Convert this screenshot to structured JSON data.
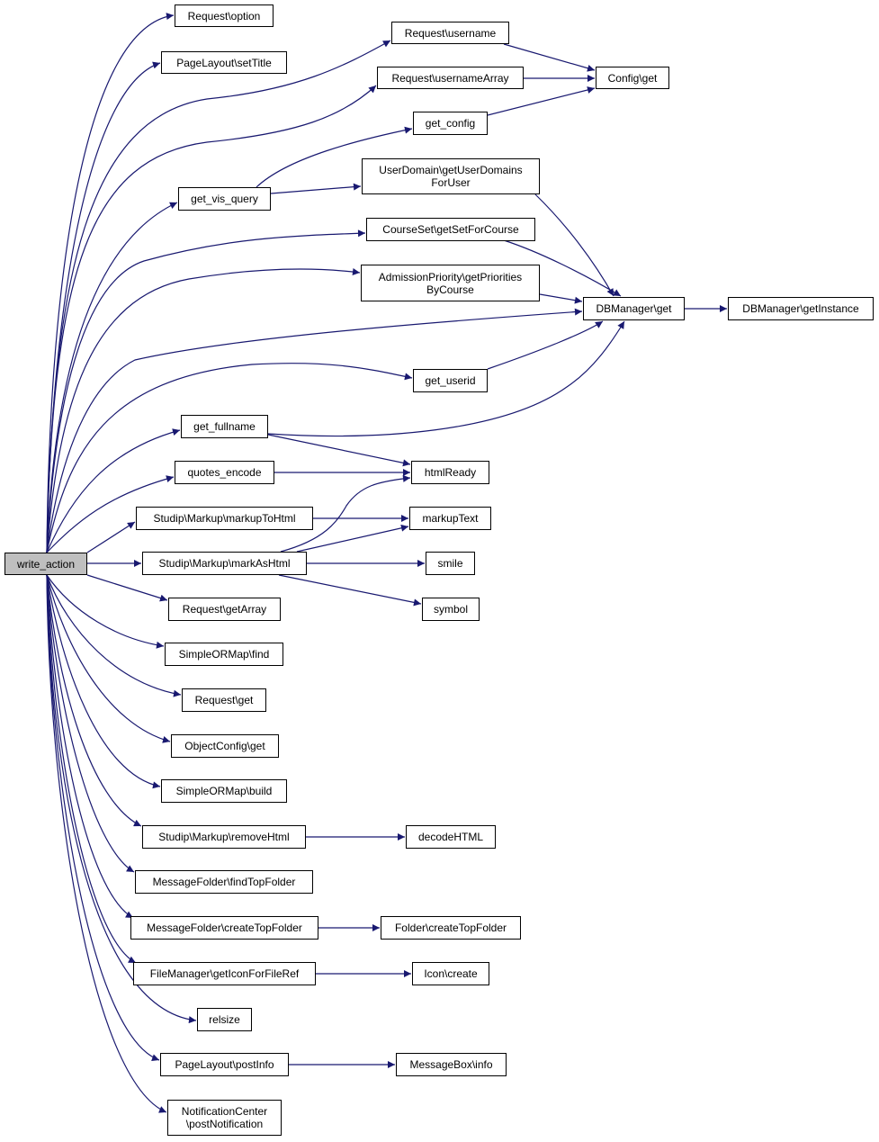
{
  "graph": {
    "edge_color": "#191970",
    "root_fill": "#bfbfbf",
    "nodes": {
      "write_action": "write_action",
      "req_option": "Request\\option",
      "pl_settitle": "PageLayout\\setTitle",
      "req_username": "Request\\username",
      "req_usernamearray": "Request\\usernameArray",
      "config_get": "Config\\get",
      "get_config": "get_config",
      "get_vis_query": "get_vis_query",
      "userdomain": "UserDomain\\getUserDomains\nForUser",
      "courseset": "CourseSet\\getSetForCourse",
      "admission": "AdmissionPriority\\getPriorities\nByCourse",
      "dbm_get": "DBManager\\get",
      "dbm_getinstance": "DBManager\\getInstance",
      "get_userid": "get_userid",
      "get_fullname": "get_fullname",
      "quotes_encode": "quotes_encode",
      "htmlready": "htmlReady",
      "markuptohtml": "Studip\\Markup\\markupToHtml",
      "markuptext": "markupText",
      "markashtml": "Studip\\Markup\\markAsHtml",
      "smile": "smile",
      "symbol": "symbol",
      "req_getarray": "Request\\getArray",
      "sorm_find": "SimpleORMap\\find",
      "req_get": "Request\\get",
      "objconfig_get": "ObjectConfig\\get",
      "sorm_build": "SimpleORMap\\build",
      "removehtml": "Studip\\Markup\\removeHtml",
      "decodehtml": "decodeHTML",
      "mf_findtop": "MessageFolder\\findTopFolder",
      "mf_createtop": "MessageFolder\\createTopFolder",
      "folder_createtop": "Folder\\createTopFolder",
      "fm_geticon": "FileManager\\getIconForFileRef",
      "icon_create": "Icon\\create",
      "relsize": "relsize",
      "pl_postinfo": "PageLayout\\postInfo",
      "msgbox_info": "MessageBox\\info",
      "notif_post": "NotificationCenter\n\\postNotification"
    }
  }
}
